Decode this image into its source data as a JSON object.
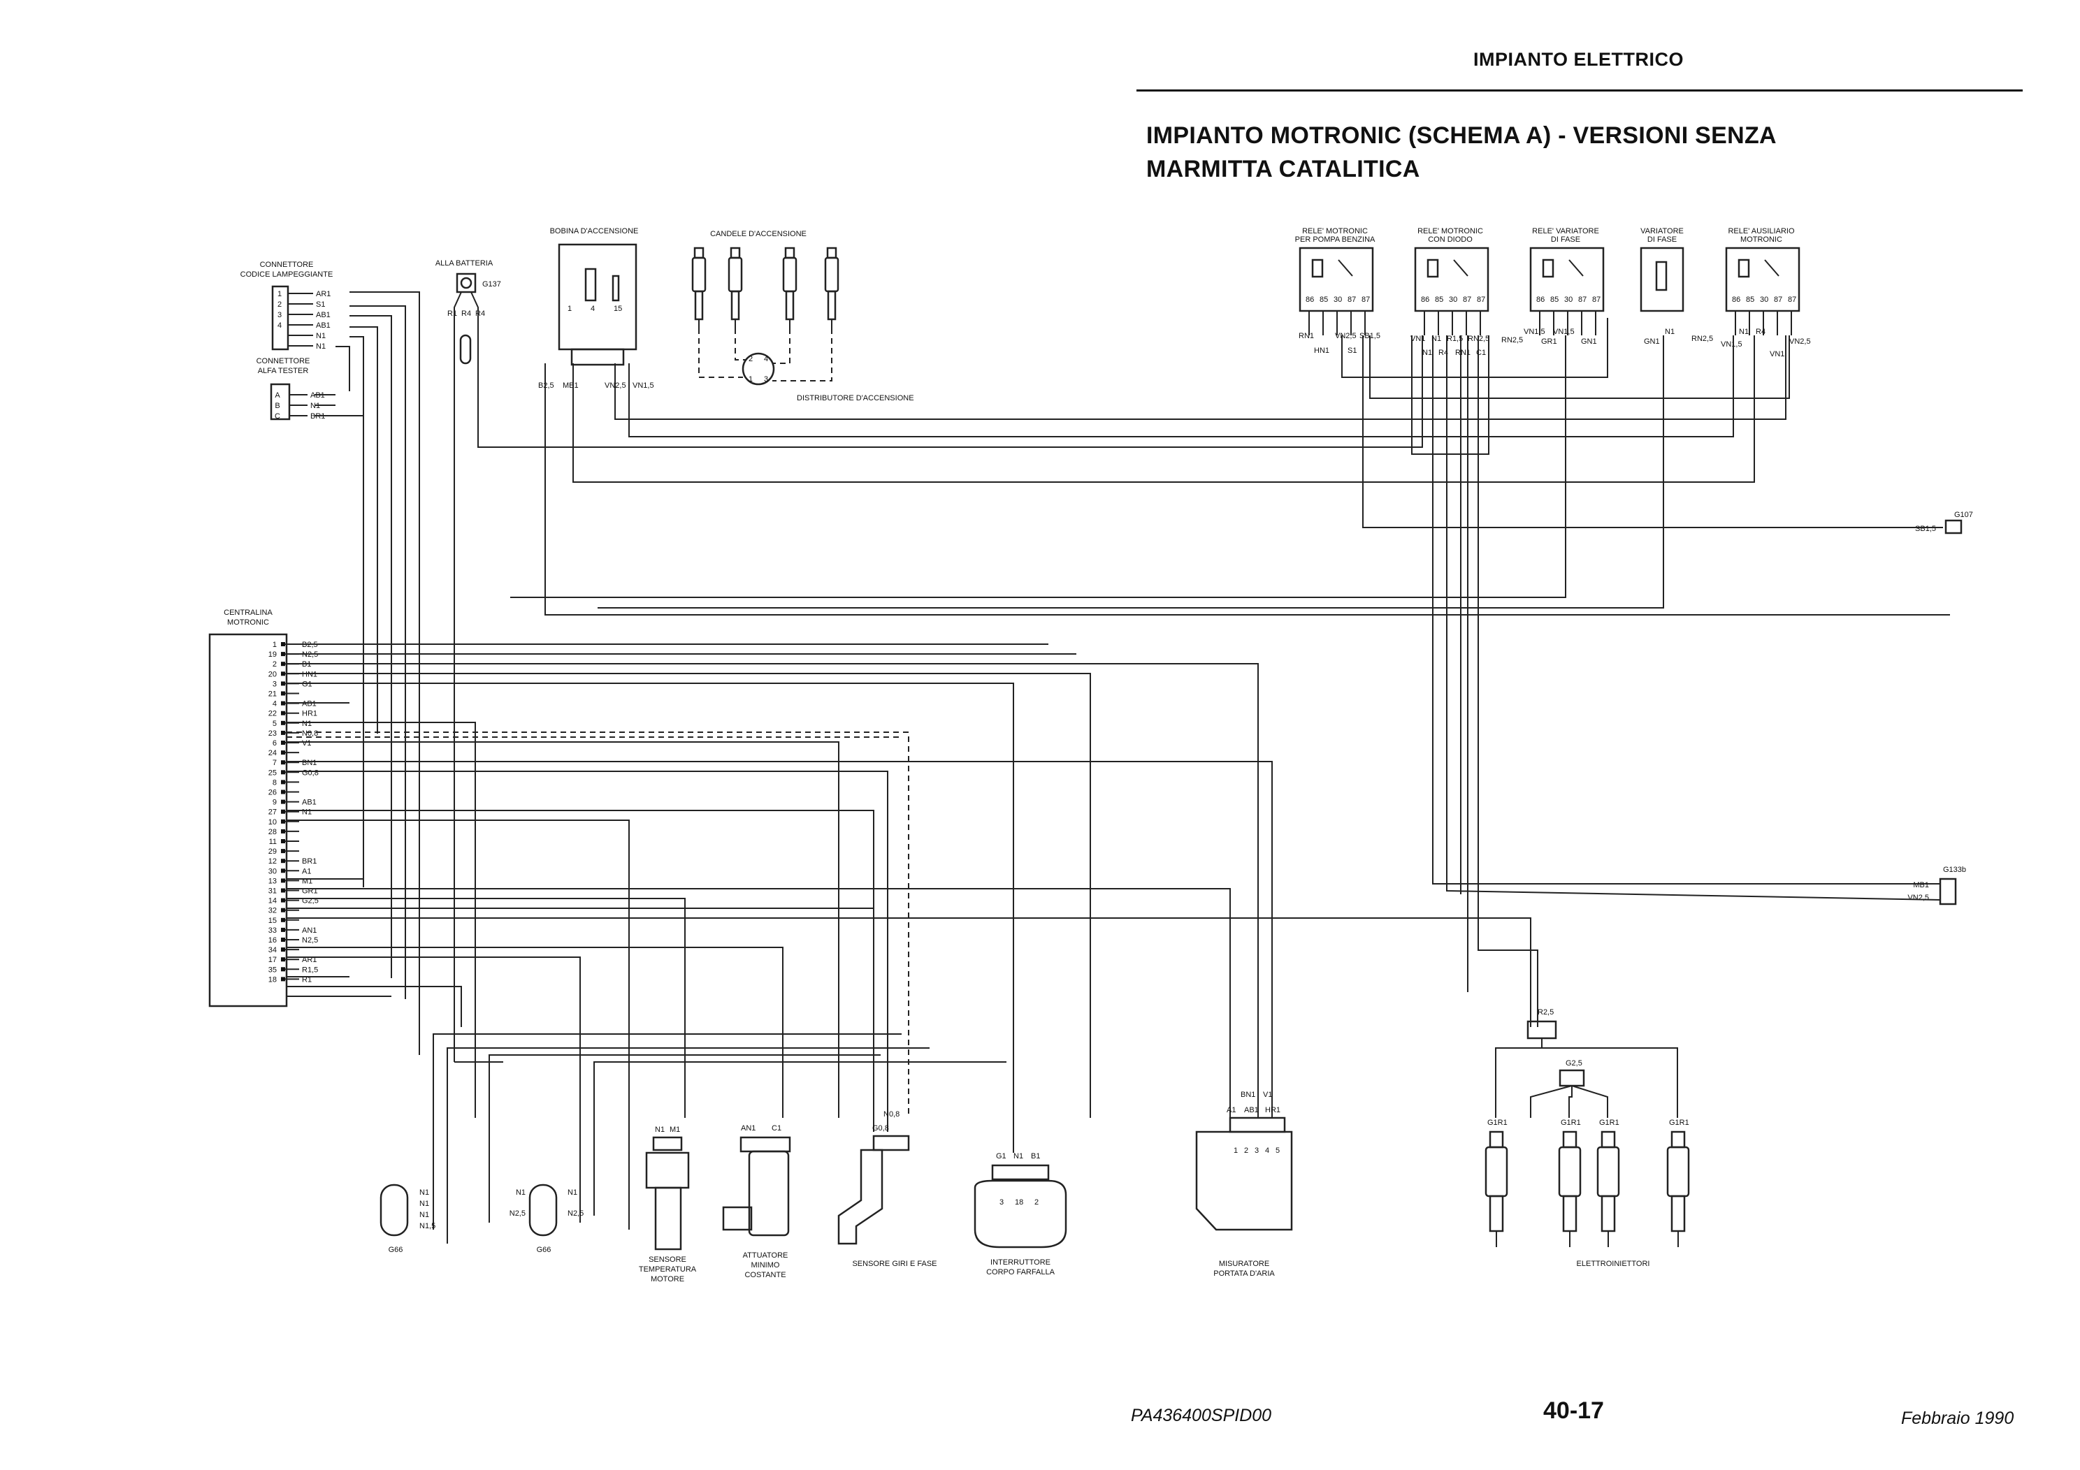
{
  "header": {
    "section": "IMPIANTO ELETTRICO",
    "title_line1": "IMPIANTO MOTRONIC (SCHEMA A) - VERSIONI SENZA",
    "title_line2": "MARMITTA CATALITICA"
  },
  "components": {
    "bobina": "BOBINA D'ACCENSIONE",
    "candele": "CANDELE D'ACCENSIONE",
    "distributore": "DISTRIBUTORE D'ACCENSIONE",
    "batteria": "ALLA BATTERIA",
    "g137": "G137",
    "conn_codice_1": "CONNETTORE",
    "conn_codice_2": "CODICE LAMPEGGIANTE",
    "conn_alfa_1": "CONNETTORE",
    "conn_alfa_2": "ALFA TESTER",
    "centralina_1": "CENTRALINA",
    "centralina_2": "MOTRONIC",
    "rele_pompa_1": "RELE' MOTRONIC",
    "rele_pompa_2": "PER POMPA BENZINA",
    "rele_diodo_1": "RELE' MOTRONIC",
    "rele_diodo_2": "CON DIODO",
    "rele_variatore_1": "RELE' VARIATORE",
    "rele_variatore_2": "DI FASE",
    "variatore_1": "VARIATORE",
    "variatore_2": "DI FASE",
    "rele_ausiliario_1": "RELE' AUSILIARIO",
    "rele_ausiliario_2": "MOTRONIC",
    "g107": "G107",
    "g133b": "G133b",
    "g66a": "G66",
    "g66b": "G66",
    "sensore_temp_1": "SENSORE",
    "sensore_temp_2": "TEMPERATURA",
    "sensore_temp_3": "MOTORE",
    "attuatore_1": "ATTUATORE",
    "attuatore_2": "MINIMO",
    "attuatore_3": "COSTANTE",
    "sensore_giri": "SENSORE GIRI E FASE",
    "interruttore_1": "INTERRUTTORE",
    "interruttore_2": "CORPO FARFALLA",
    "misuratore_1": "MISURATORE",
    "misuratore_2": "PORTATA D'ARIA",
    "elettroiniettori": "ELETTROINIETTORI"
  },
  "centralina_pins": [
    {
      "pin": "1",
      "wire": "B2,5"
    },
    {
      "pin": "19",
      "wire": "N2,5"
    },
    {
      "pin": "2",
      "wire": "B1"
    },
    {
      "pin": "20",
      "wire": "HN1"
    },
    {
      "pin": "3",
      "wire": "G1"
    },
    {
      "pin": "21",
      "wire": ""
    },
    {
      "pin": "4",
      "wire": "AB1"
    },
    {
      "pin": "22",
      "wire": "HR1"
    },
    {
      "pin": "5",
      "wire": "N1"
    },
    {
      "pin": "23",
      "wire": "N0,8"
    },
    {
      "pin": "6",
      "wire": "V1"
    },
    {
      "pin": "24",
      "wire": ""
    },
    {
      "pin": "7",
      "wire": "BN1"
    },
    {
      "pin": "25",
      "wire": "G0,8"
    },
    {
      "pin": "8",
      "wire": ""
    },
    {
      "pin": "26",
      "wire": ""
    },
    {
      "pin": "9",
      "wire": "AB1"
    },
    {
      "pin": "27",
      "wire": "N1"
    },
    {
      "pin": "10",
      "wire": ""
    },
    {
      "pin": "28",
      "wire": ""
    },
    {
      "pin": "11",
      "wire": ""
    },
    {
      "pin": "29",
      "wire": ""
    },
    {
      "pin": "12",
      "wire": "BR1"
    },
    {
      "pin": "30",
      "wire": "A1"
    },
    {
      "pin": "13",
      "wire": "M1"
    },
    {
      "pin": "31",
      "wire": "GR1"
    },
    {
      "pin": "14",
      "wire": "G2,5"
    },
    {
      "pin": "32",
      "wire": ""
    },
    {
      "pin": "15",
      "wire": ""
    },
    {
      "pin": "33",
      "wire": "AN1"
    },
    {
      "pin": "16",
      "wire": "N2,5"
    },
    {
      "pin": "34",
      "wire": ""
    },
    {
      "pin": "17",
      "wire": "AR1"
    },
    {
      "pin": "35",
      "wire": "R1,5"
    },
    {
      "pin": "18",
      "wire": "R1"
    }
  ],
  "codice_pins": [
    {
      "pin": "1",
      "wire": "AR1"
    },
    {
      "pin": "2",
      "wire": "S1"
    },
    {
      "pin": "3",
      "wire": "AB1"
    },
    {
      "pin": "4",
      "wire": "AB1"
    },
    {
      "pin": "",
      "wire": "N1"
    },
    {
      "pin": "",
      "wire": "N1"
    }
  ],
  "alfa_pins": [
    {
      "pin": "A",
      "wire": "AB1"
    },
    {
      "pin": "B",
      "wire": "N1"
    },
    {
      "pin": "C",
      "wire": "BR1"
    }
  ],
  "relay_terminals": [
    "86",
    "85",
    "30",
    "87",
    "87"
  ],
  "wire_labels": {
    "bobina_out": [
      "B2,5",
      "MB1",
      "VN2,5",
      "VN1,5"
    ],
    "bobina_pins": [
      "1",
      "4",
      "15"
    ],
    "batteria": [
      "R1",
      "R4",
      "R4"
    ],
    "rele_pompa": [
      "RN1",
      "VN2,5",
      "SB1,5",
      "HN1",
      "S1"
    ],
    "rele_diodo": [
      "VN1",
      "N1",
      "R1,5",
      "RN2,5",
      "N1",
      "R4",
      "RN1",
      "C1"
    ],
    "rele_variatore": [
      "RN2,5",
      "VN1,5",
      "VN1,5",
      "GR1",
      "GN1"
    ],
    "variatore": [
      "N1",
      "GN1"
    ],
    "rele_ausiliario": [
      "RN2,5",
      "N1",
      "R4",
      "VN1,5",
      "VN2,5",
      "VN1"
    ],
    "g107": "SB1,5",
    "g133b": [
      "MB1",
      "VN2,5"
    ],
    "g66a": [
      "N1",
      "N1",
      "N1",
      "N1,5"
    ],
    "g66b": [
      "N1",
      "N2,5",
      "N1",
      "N2,5"
    ],
    "sensore_temp": [
      "N1",
      "M1"
    ],
    "attuatore": [
      "AN1",
      "C1"
    ],
    "sensore_giri": [
      "N0,8",
      "G0,8"
    ],
    "interruttore": [
      "G1",
      "N1",
      "B1"
    ],
    "interruttore_pins": [
      "3",
      "18",
      "2"
    ],
    "misuratore": [
      "BN1",
      "V1",
      "A1",
      "AB1",
      "HR1"
    ],
    "misuratore_pins": [
      "1",
      "2",
      "3",
      "4",
      "5"
    ],
    "iniettori_feed": [
      "R2,5",
      "G2,5"
    ],
    "iniettori": [
      "G1R1",
      "G1R1",
      "G1R1",
      "G1R1"
    ],
    "distributore_pins": [
      "1",
      "2",
      "3",
      "4"
    ]
  },
  "footer": {
    "code": "PA436400SPID00",
    "page": "40-17",
    "date": "Febbraio 1990"
  }
}
